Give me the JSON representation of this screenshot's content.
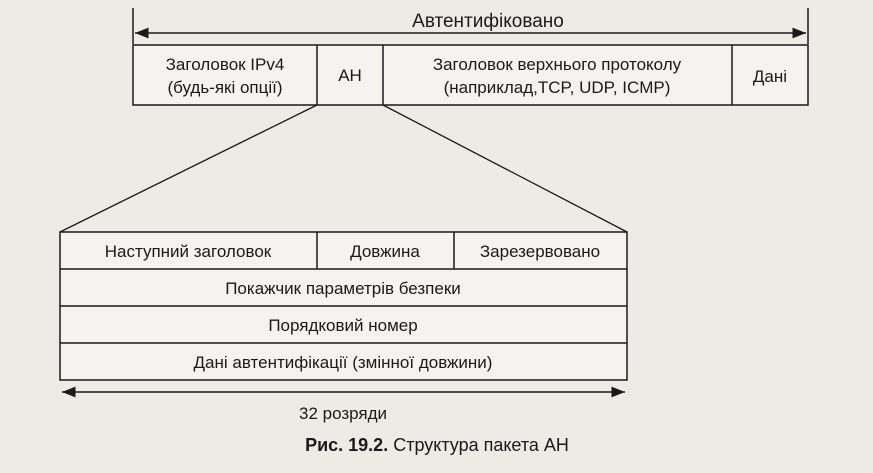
{
  "top_label": "Автентифіковано",
  "top_fields": {
    "ipv4": [
      "Заголовок IPv4",
      "(будь-які опції)"
    ],
    "ah": "AH",
    "upper": [
      "Заголовок верхнього протоколу",
      "(наприклад,TCP, UDP, ICMP)"
    ],
    "data": "Дані"
  },
  "ah_fields": {
    "next_header": "Наступний заголовок",
    "length": "Довжина",
    "reserved": "Зарезервовано",
    "spi": "Покажчик параметрів безпеки",
    "sequence": "Порядковий номер",
    "auth_data": "Дані автентифікації (змінної довжини)"
  },
  "width_label": "32 розряди",
  "caption": {
    "bold": "Рис. 19.2.",
    "text": " Структура пакета AH"
  }
}
